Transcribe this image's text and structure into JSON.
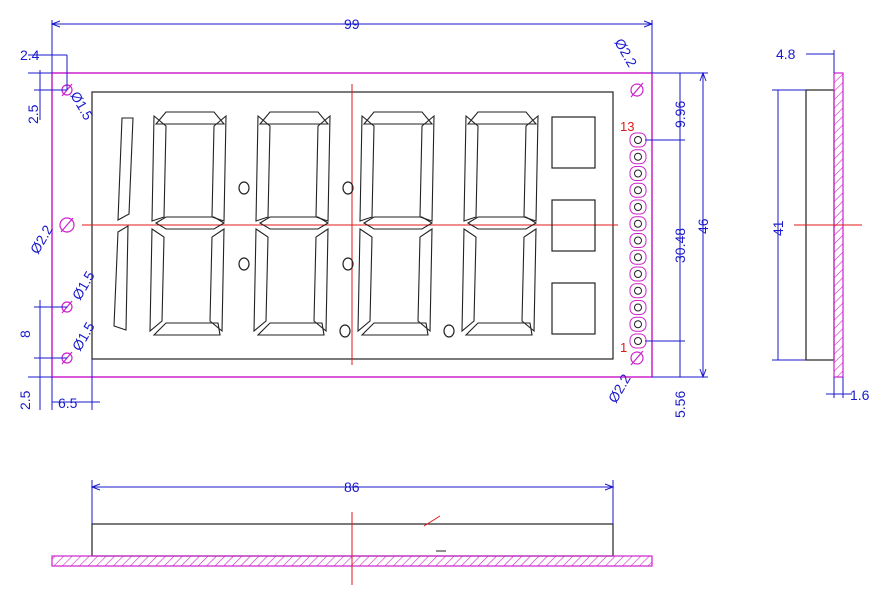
{
  "front_view": {
    "width_dim": "99",
    "top_margin_dim": "2.4",
    "hole_offset_dim": "2.5",
    "hole_top_label": "Ø1.5",
    "pin_top_label": "Ø2.2",
    "hole_left_label": "Ø2.2",
    "hole_mid_label": "Ø1.5",
    "hole_low_label": "Ø1.5",
    "pin_bottom_label": "Ø2.2",
    "hole_spacing_dim": "8",
    "bottom_margin_dim": "2.5",
    "left_offset_dim": "6.5",
    "pin13_label": "13",
    "pin1_label": "1",
    "pin_top_offset_dim": "9.96",
    "pin_pitch_span_dim": "30.48",
    "height_dim": "46",
    "pin_bottom_offset_dim": "5.56"
  },
  "side_view": {
    "thickness_dim": "4.8",
    "window_height_dim": "41",
    "pcb_thickness_dim": "1.6"
  },
  "bottom_view": {
    "length_dim": "86"
  },
  "colors": {
    "outline": "#cc22cc",
    "dimension": "#1a1acc",
    "centerline": "#e01818",
    "segments": "#222222"
  }
}
